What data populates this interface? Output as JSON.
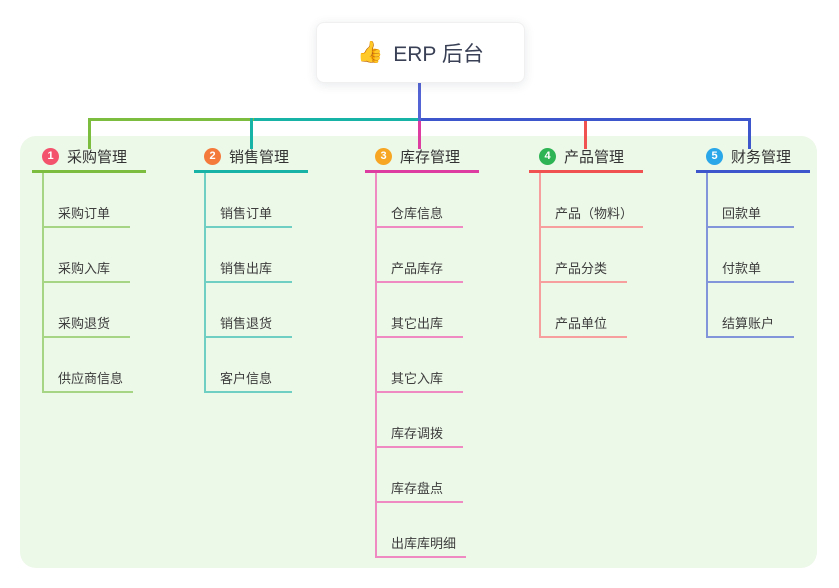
{
  "root": {
    "icon_char": "👍",
    "label": "ERP 后台"
  },
  "colors": {
    "page_bg": "#ffffff",
    "panel_bg": "#ecf8e8",
    "root_line": "#5464d4",
    "root_text": "#3a4156",
    "title_text": "#333333",
    "child_text": "#3d3d3d"
  },
  "branches": [
    {
      "num": "1",
      "label": "采购管理",
      "badge_color": "#f4536e",
      "line_color": "#7cbd3f",
      "child_line_color": "#a6d584",
      "children": [
        "采购订单",
        "采购入库",
        "采购退货",
        "供应商信息"
      ]
    },
    {
      "num": "2",
      "label": "销售管理",
      "badge_color": "#f47a3c",
      "line_color": "#17b3a6",
      "child_line_color": "#6fcfc3",
      "children": [
        "销售订单",
        "销售出库",
        "销售退货",
        "客户信息"
      ]
    },
    {
      "num": "3",
      "label": "库存管理",
      "badge_color": "#f6a623",
      "line_color": "#dd3da0",
      "child_line_color": "#ef8ac3",
      "children": [
        "仓库信息",
        "产品库存",
        "其它出库",
        "其它入库",
        "库存调拨",
        "库存盘点",
        "出库库明细"
      ]
    },
    {
      "num": "4",
      "label": "产品管理",
      "badge_color": "#2eb454",
      "line_color": "#f05151",
      "child_line_color": "#f79e9e",
      "children": [
        "产品（物料）",
        "产品分类",
        "产品单位"
      ]
    },
    {
      "num": "5",
      "label": "财务管理",
      "badge_color": "#2aa7e8",
      "line_color": "#3d56cc",
      "child_line_color": "#8294da",
      "children": [
        "回款单",
        "付款单",
        "结算账户"
      ]
    }
  ]
}
